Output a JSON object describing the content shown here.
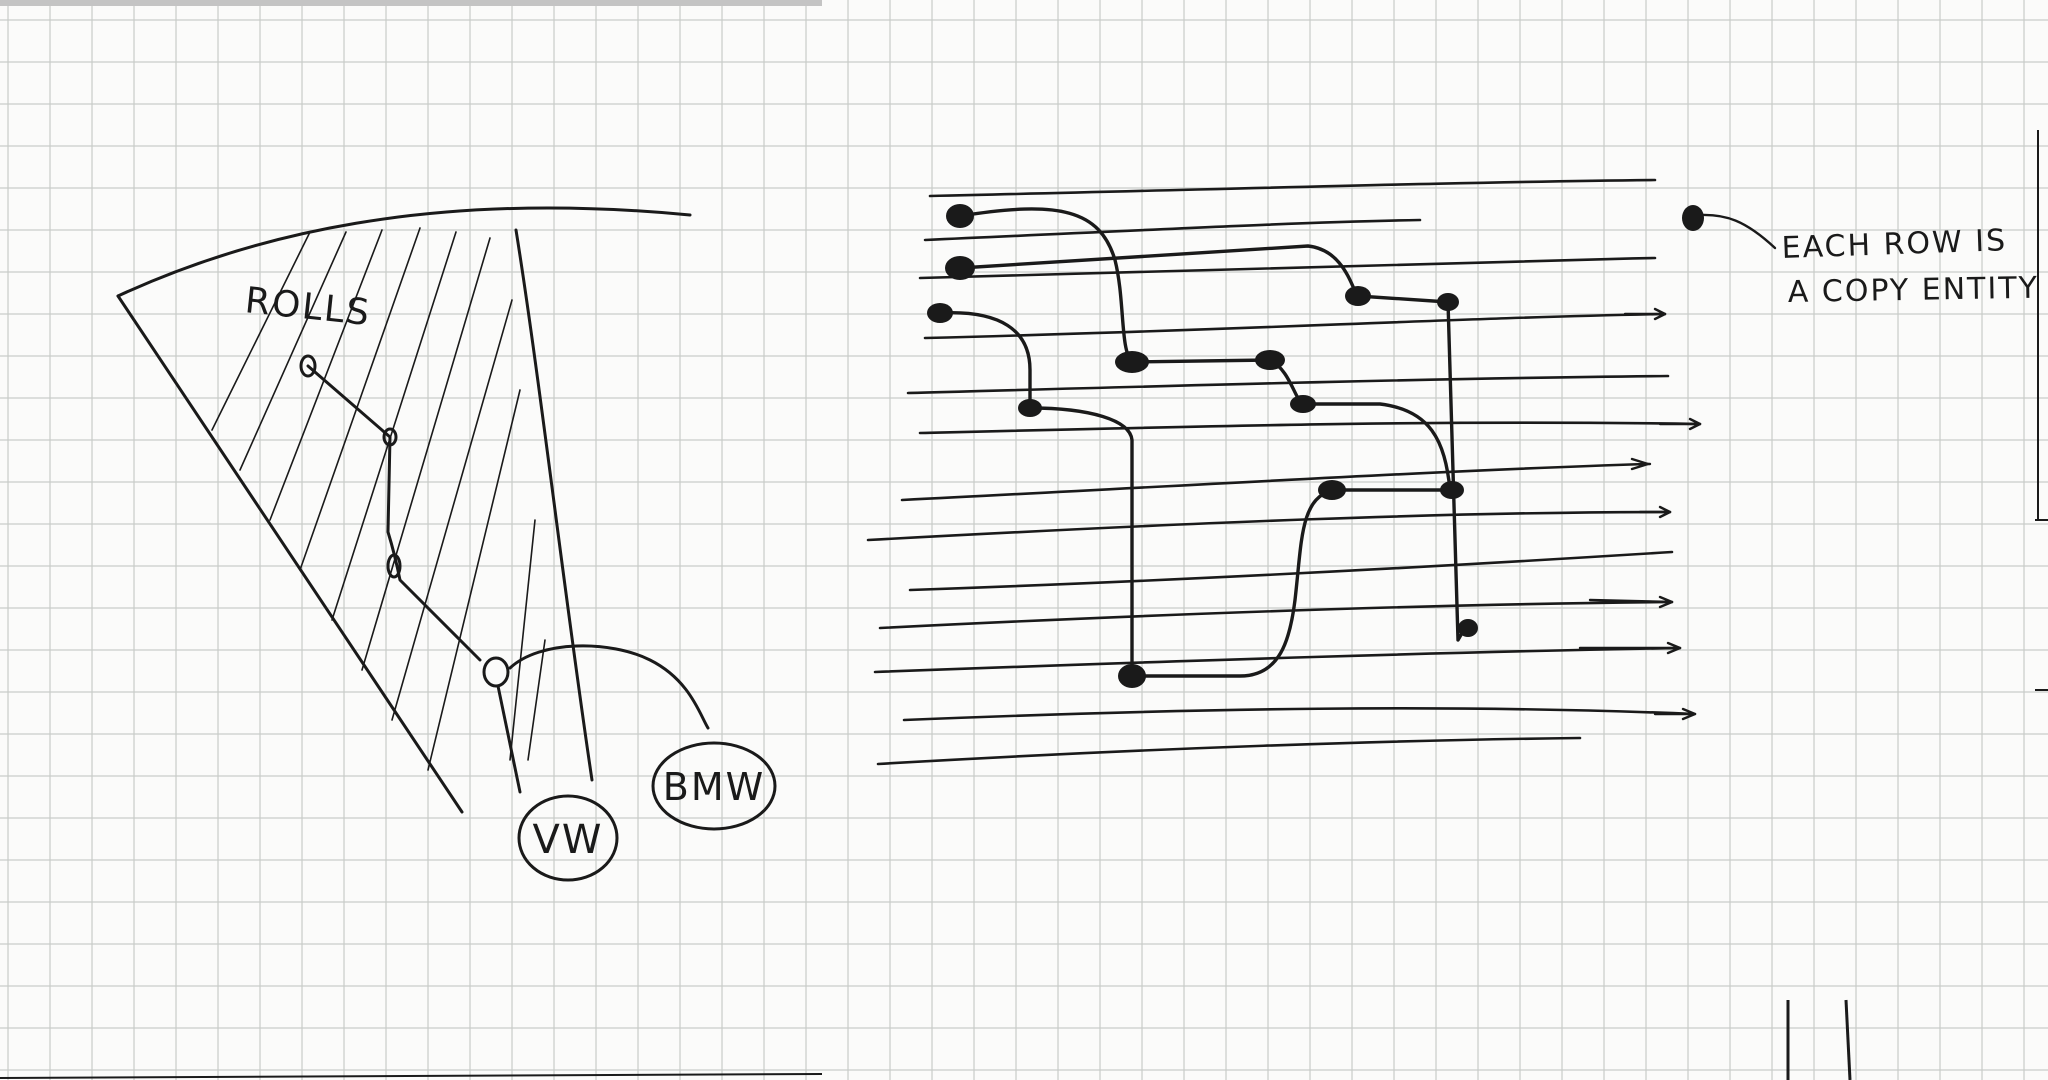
{
  "left_sketch": {
    "region_label": "ROLLS",
    "node_labels": [
      "VW",
      "BMW"
    ]
  },
  "right_sketch": {
    "note_line_1": "EACH ROW IS",
    "note_line_2": "A COPY ENTITY"
  },
  "colors": {
    "paper": "#fbfbfa",
    "grid": "#c9ccc9",
    "ink": "#1a1a1a"
  }
}
